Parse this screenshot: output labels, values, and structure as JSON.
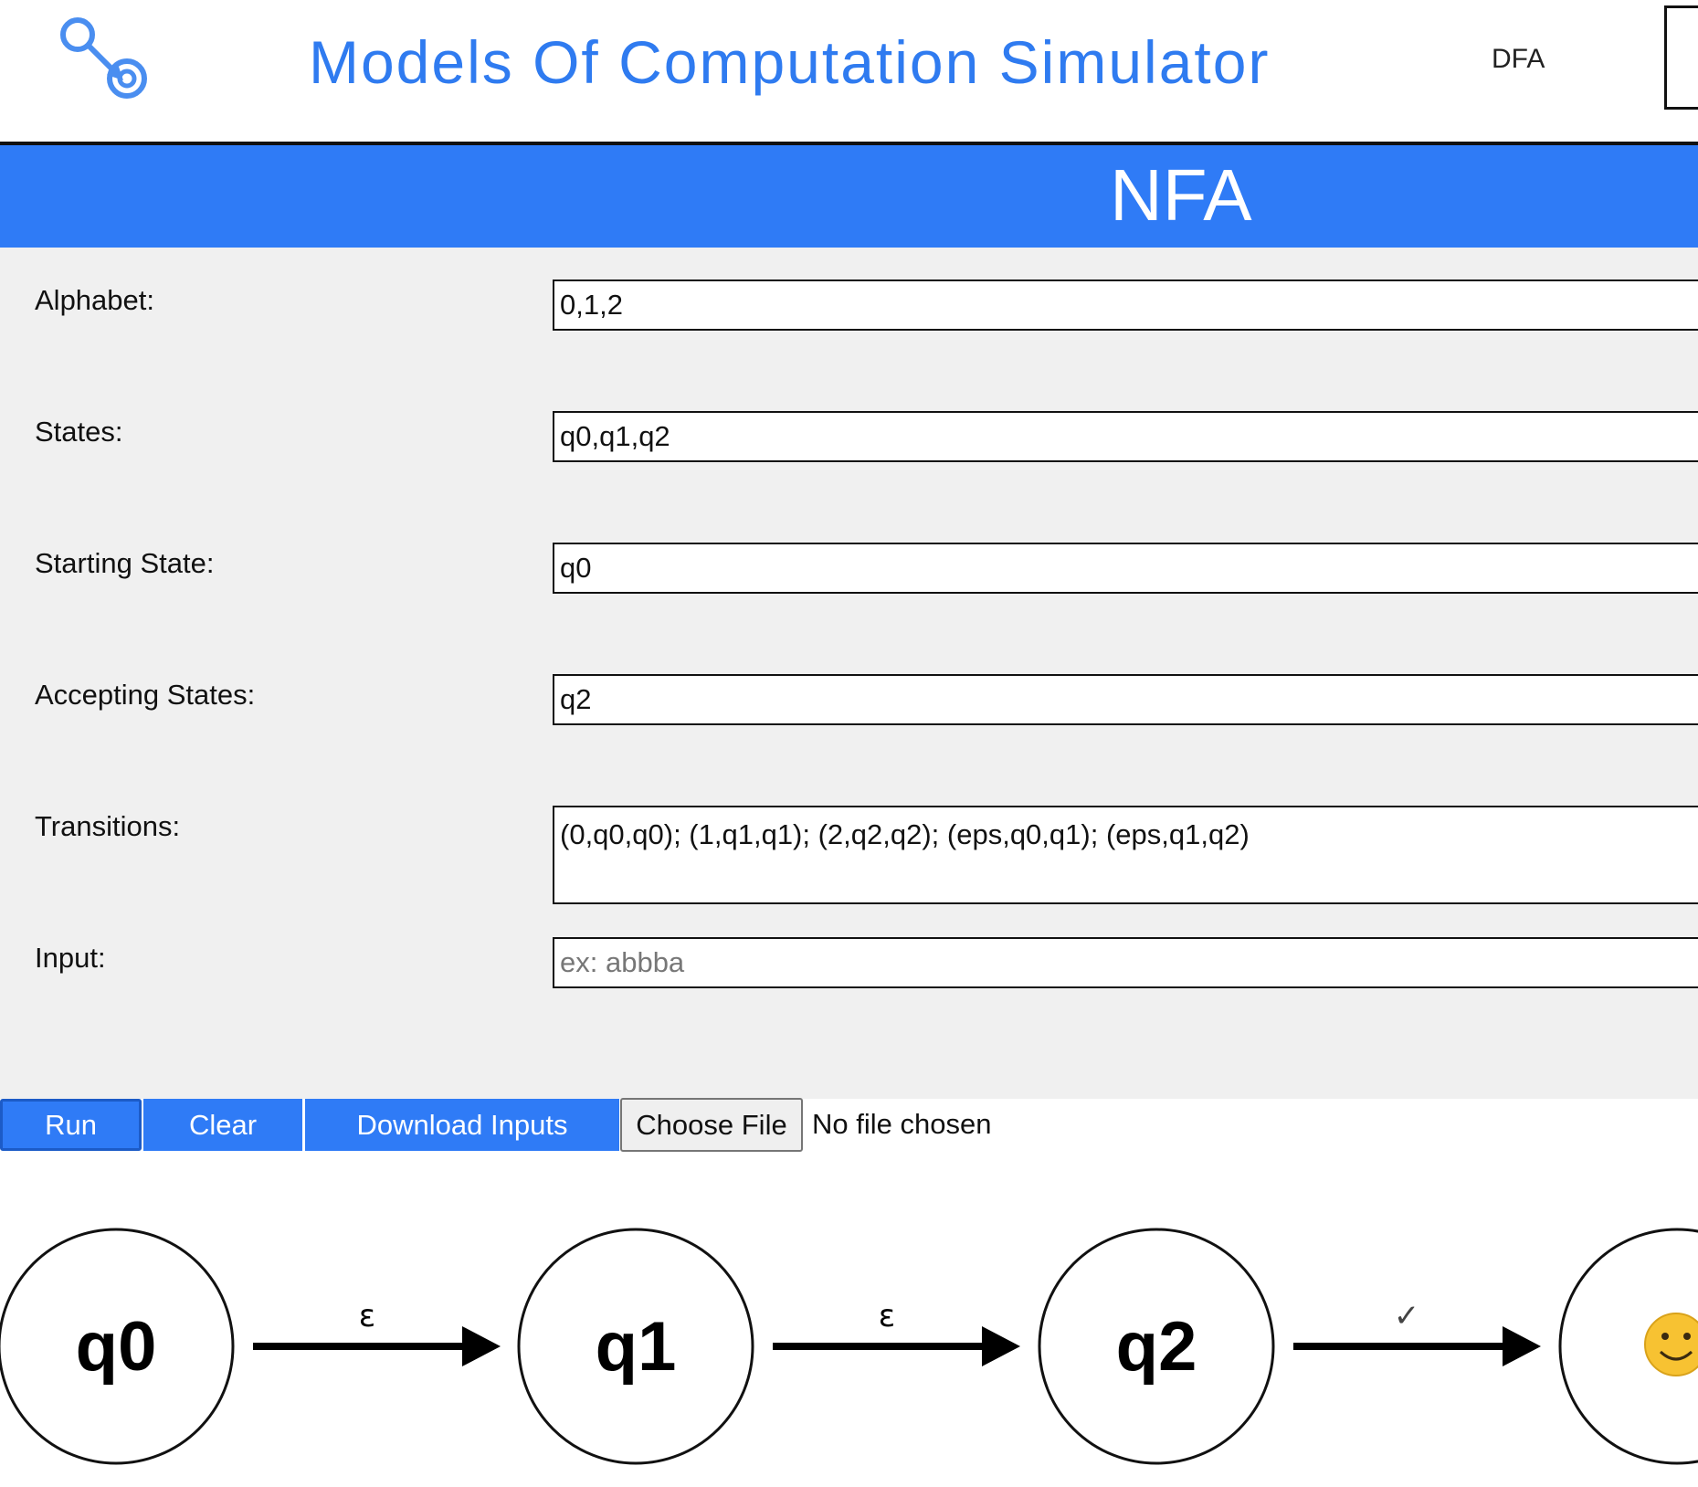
{
  "header": {
    "title": "Models Of Computation Simulator",
    "nav_link": "DFA",
    "logo_icon": "automaton-logo-icon",
    "accent_color": "#2f7bf0"
  },
  "banner": {
    "title": "NFA",
    "color": "#2f7bf6"
  },
  "form": {
    "alphabet": {
      "label": "Alphabet:",
      "value": "0,1,2"
    },
    "states": {
      "label": "States:",
      "value": "q0,q1,q2"
    },
    "starting_state": {
      "label": "Starting State:",
      "value": "q0"
    },
    "accepting_states": {
      "label": "Accepting States:",
      "value": "q2"
    },
    "transitions": {
      "label": "Transitions:",
      "value": "(0,q0,q0); (1,q1,q1); (2,q2,q2); (eps,q0,q1); (eps,q1,q2)"
    },
    "input": {
      "label": "Input:",
      "value": "",
      "placeholder": "ex: abbba"
    }
  },
  "actions": {
    "run_label": "Run",
    "clear_label": "Clear",
    "download_label": "Download Inputs",
    "choose_file_label": "Choose File",
    "file_status": "No file chosen"
  },
  "diagram": {
    "nodes": [
      {
        "label": "q0"
      },
      {
        "label": "q1"
      },
      {
        "label": "q2"
      },
      {
        "label": "",
        "icon": "smiley-face-icon",
        "glyph": "🙂"
      }
    ],
    "edges": [
      {
        "label": "ε"
      },
      {
        "label": "ε"
      },
      {
        "label": "✓"
      }
    ]
  }
}
